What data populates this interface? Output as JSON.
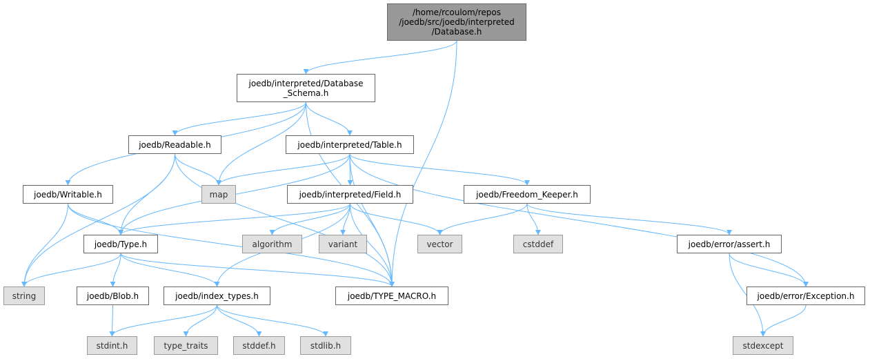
{
  "colors": {
    "edge": "#63b8ff",
    "root_fill": "#999999",
    "system_fill": "#e0e0e0",
    "node_border": "#666666"
  },
  "nodes": {
    "root": "/home/rcoulom/repos\n/joedb/src/joedb/interpreted\n/Database.h",
    "database_schema": "joedb/interpreted/Database\n_Schema.h",
    "readable": "joedb/Readable.h",
    "table": "joedb/interpreted/Table.h",
    "writable": "joedb/Writable.h",
    "map": "map",
    "field": "joedb/interpreted/Field.h",
    "freedom_keeper": "joedb/Freedom_Keeper.h",
    "type": "joedb/Type.h",
    "algorithm": "algorithm",
    "variant": "variant",
    "vector": "vector",
    "cstddef": "cstddef",
    "assert": "joedb/error/assert.h",
    "string": "string",
    "blob": "joedb/Blob.h",
    "index_types": "joedb/index_types.h",
    "type_macro": "joedb/TYPE_MACRO.h",
    "exception": "joedb/error/Exception.h",
    "stdint": "stdint.h",
    "type_traits": "type_traits",
    "stddef": "stddef.h",
    "stdlib": "stdlib.h",
    "stdexcept": "stdexcept"
  },
  "edges": [
    [
      "root",
      "database_schema"
    ],
    [
      "root",
      "type_macro"
    ],
    [
      "database_schema",
      "readable"
    ],
    [
      "database_schema",
      "writable"
    ],
    [
      "database_schema",
      "map"
    ],
    [
      "database_schema",
      "table"
    ],
    [
      "database_schema",
      "type_macro"
    ],
    [
      "readable",
      "string"
    ],
    [
      "readable",
      "map"
    ],
    [
      "readable",
      "type"
    ],
    [
      "readable",
      "type_macro"
    ],
    [
      "table",
      "map"
    ],
    [
      "table",
      "type"
    ],
    [
      "table",
      "field"
    ],
    [
      "table",
      "type_macro"
    ],
    [
      "table",
      "freedom_keeper"
    ],
    [
      "table",
      "exception"
    ],
    [
      "writable",
      "string"
    ],
    [
      "writable",
      "type"
    ],
    [
      "writable",
      "type_macro"
    ],
    [
      "field",
      "type"
    ],
    [
      "field",
      "index_types"
    ],
    [
      "field",
      "algorithm"
    ],
    [
      "field",
      "variant"
    ],
    [
      "field",
      "vector"
    ],
    [
      "field",
      "type_macro"
    ],
    [
      "freedom_keeper",
      "vector"
    ],
    [
      "freedom_keeper",
      "cstddef"
    ],
    [
      "freedom_keeper",
      "assert"
    ],
    [
      "type",
      "string"
    ],
    [
      "type",
      "blob"
    ],
    [
      "type",
      "index_types"
    ],
    [
      "type",
      "type_macro"
    ],
    [
      "assert",
      "stdexcept"
    ],
    [
      "assert",
      "exception"
    ],
    [
      "blob",
      "stdint"
    ],
    [
      "index_types",
      "stdint"
    ],
    [
      "index_types",
      "type_traits"
    ],
    [
      "index_types",
      "stddef"
    ],
    [
      "index_types",
      "stdlib"
    ],
    [
      "exception",
      "stdexcept"
    ]
  ]
}
